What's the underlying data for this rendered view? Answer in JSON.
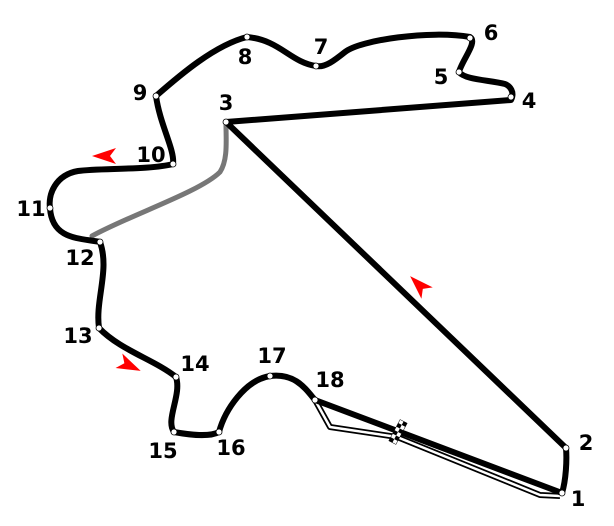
{
  "colors": {
    "track": "#000000",
    "unused_link": "#777777",
    "direction_arrow": "#ff0000",
    "pit_lane_fill": "#ffffff"
  },
  "icons": {
    "start_finish": "checkered-flag-icon",
    "direction": "direction-arrow-icon"
  },
  "corners": [
    "1",
    "2",
    "3",
    "4",
    "5",
    "6",
    "7",
    "8",
    "9",
    "10",
    "11",
    "12",
    "13",
    "14",
    "15",
    "16",
    "17",
    "18"
  ]
}
